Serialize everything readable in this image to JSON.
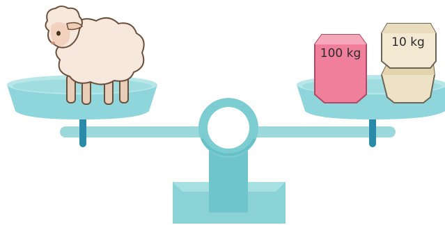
{
  "scene": {
    "description_left_pan": "sheep",
    "weights": [
      {
        "label": "100 kg",
        "color": "#f07f9c"
      },
      {
        "label": "10 kg",
        "color": "#eee2c6"
      },
      {
        "label": "",
        "color": "#eee2c6"
      }
    ]
  },
  "colors": {
    "pan": "#8fd6dc",
    "pan_dark": "#5fbcc4",
    "beam": "#8fd3d8",
    "stand": "#86cfd4",
    "stem": "#2a8aa8"
  },
  "icons": [
    "sheep-icon",
    "weight-icon"
  ]
}
